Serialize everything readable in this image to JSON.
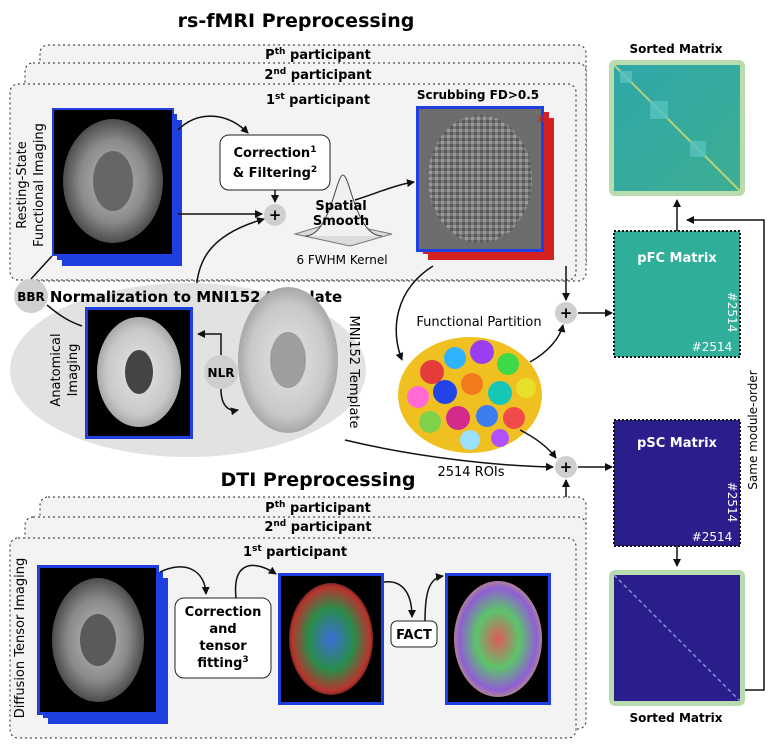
{
  "titles": {
    "fmri": "rs-fMRI Preprocessing",
    "dti": "DTI Preprocessing",
    "normalization": "Normalization to MNI152 template"
  },
  "participants": {
    "p_base": "P",
    "p_sup": "th",
    "p_tail": " participant",
    "second_base": "2",
    "second_sup": "nd",
    "second_tail": " participant",
    "first_base": "1",
    "first_sup": "st",
    "first_tail": " participant"
  },
  "fmri": {
    "side_label_line1": "Resting-State",
    "side_label_line2": "Functional Imaging",
    "correction_line1": "Correction",
    "correction_sup1": "1",
    "correction_line2": "& Filtering",
    "correction_sup2": "2",
    "spatial_smooth_line1": "Spatial",
    "spatial_smooth_line2": "Smooth",
    "kernel_label": "6 FWHM Kernel",
    "scrubbing_label": "Scrubbing FD>0.5",
    "plus": "+"
  },
  "anatomy": {
    "bbr": "BBR",
    "nlr": "NLR",
    "anat_label_line1": "Anatomical",
    "anat_label_line2": "Imaging",
    "mni_label": "MNI152 Template"
  },
  "partition": {
    "title": "Functional Partition",
    "rois": "2514 ROIs"
  },
  "matrices": {
    "sorted_top": "Sorted Matrix",
    "pfc": "pFC Matrix",
    "psc": "pSC Matrix",
    "sorted_bottom": "Sorted Matrix",
    "dim": "#2514",
    "same_order": "Same module-order"
  },
  "dti": {
    "side_label": "Diffusion Tensor Imaging",
    "correction_line1": "Correction",
    "correction_line2": "and",
    "correction_line3": "tensor",
    "correction_line4": "fitting",
    "correction_sup": "3",
    "fact": "FACT"
  },
  "colors": {
    "blue_frame": "#1f3fe0",
    "red_frame": "#d42020",
    "pfc_fill": "#2fae9a",
    "psc_fill": "#2a1e8c",
    "sorted_frame": "#b9dcae",
    "panel_fill": "#f3f3f3"
  }
}
